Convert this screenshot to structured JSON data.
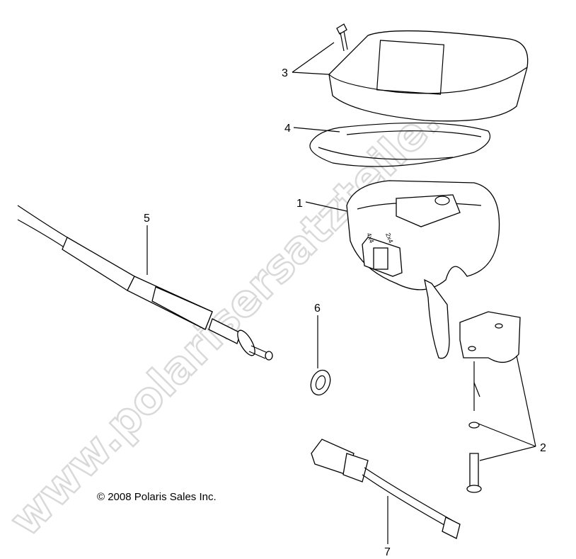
{
  "diagram": {
    "callouts": [
      "1",
      "2",
      "3",
      "4",
      "5",
      "6",
      "7"
    ],
    "switch_labels": [
      "4x4",
      "2x4"
    ],
    "copyright": "© 2008 Polaris Sales Inc.",
    "watermark": "www.polarisersatzteile.de"
  }
}
